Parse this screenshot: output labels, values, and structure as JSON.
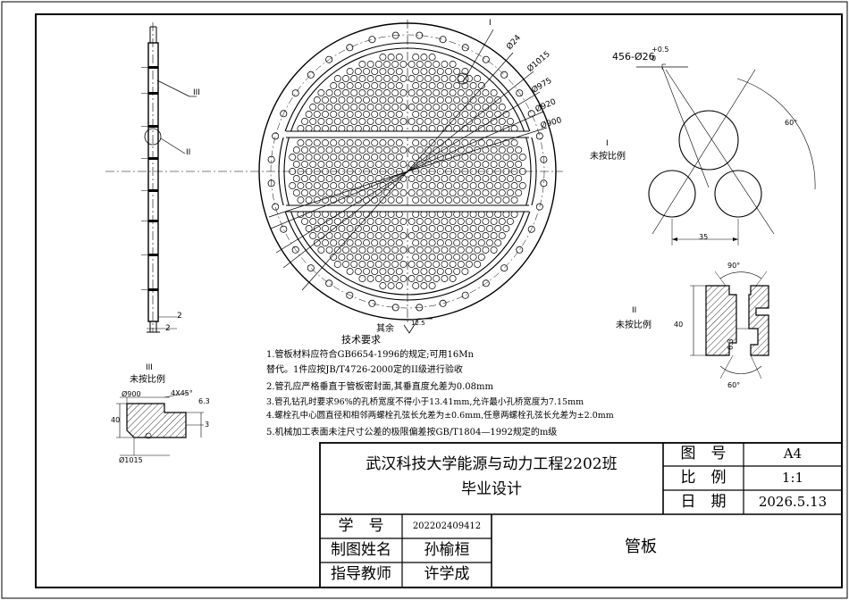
{
  "tube_holes": {
    "count": "456",
    "diameter_label": "456-Ø26",
    "tolerance": "+0.5",
    "tolerance_lower": "0"
  },
  "main_view": {
    "callout_i": "I",
    "diameters": [
      "Ø24",
      "Ø1015",
      "Ø975",
      "Ø920",
      "Ø900"
    ]
  },
  "side_view": {
    "callout_iii": "III",
    "callout_ii": "II",
    "dim_a": "2",
    "dim_b": "2"
  },
  "detail_i": {
    "label": "I",
    "scale_note": "未按比例",
    "pitch": "35",
    "angle": "60°"
  },
  "detail_ii": {
    "label": "II",
    "scale_note": "未按比例",
    "top_angle": "90°",
    "bottom_angle": "60°",
    "height": "40",
    "depth": "6.3"
  },
  "detail_iii": {
    "label": "III",
    "scale_note": "未按比例",
    "dia_inner": "Ø900",
    "chamfer": "4X45°",
    "height": "40",
    "small_dim": "3",
    "side_dim": "6.3",
    "dia_outer": "Ø1015"
  },
  "roughness": {
    "prefix": "其余",
    "value": "12.5"
  },
  "tech_notes": {
    "title": "技术要求",
    "lines": [
      "1.管板材料应符合GB6654-1996的规定;可用16Mn",
      "替代。1件应按JB/T4726-2000定的II级进行验收",
      "2.管孔应严格垂直于管板密封面,其垂直度允差为0.08mm",
      "3.管孔钻孔时要求96%的孔桥宽度不得小于13.41mm,允许最小孔桥宽度为7.15mm",
      "4.螺栓孔中心圆直径和相邻两螺栓孔弦长允差为±0.6mm,任意两螺栓孔弦长允差为±2.0mm",
      "5.机械加工表面未注尺寸公差的极限偏差按GB/T1804—1992规定的m级"
    ]
  },
  "title_block": {
    "school": "武汉科技大学能源与动力工程2202班",
    "subtitle": "毕业设计",
    "drawing_no_label": "图　号",
    "drawing_no": "A4",
    "scale_label": "比　例",
    "scale": "1:1",
    "date_label": "日　期",
    "date": "2026.5.13",
    "student_id_label": "学　号",
    "student_id": "202202409412",
    "drafter_label": "制图姓名",
    "drafter": "孙榆桓",
    "advisor_label": "指导教师",
    "advisor": "许学成",
    "part_name": "管板"
  }
}
